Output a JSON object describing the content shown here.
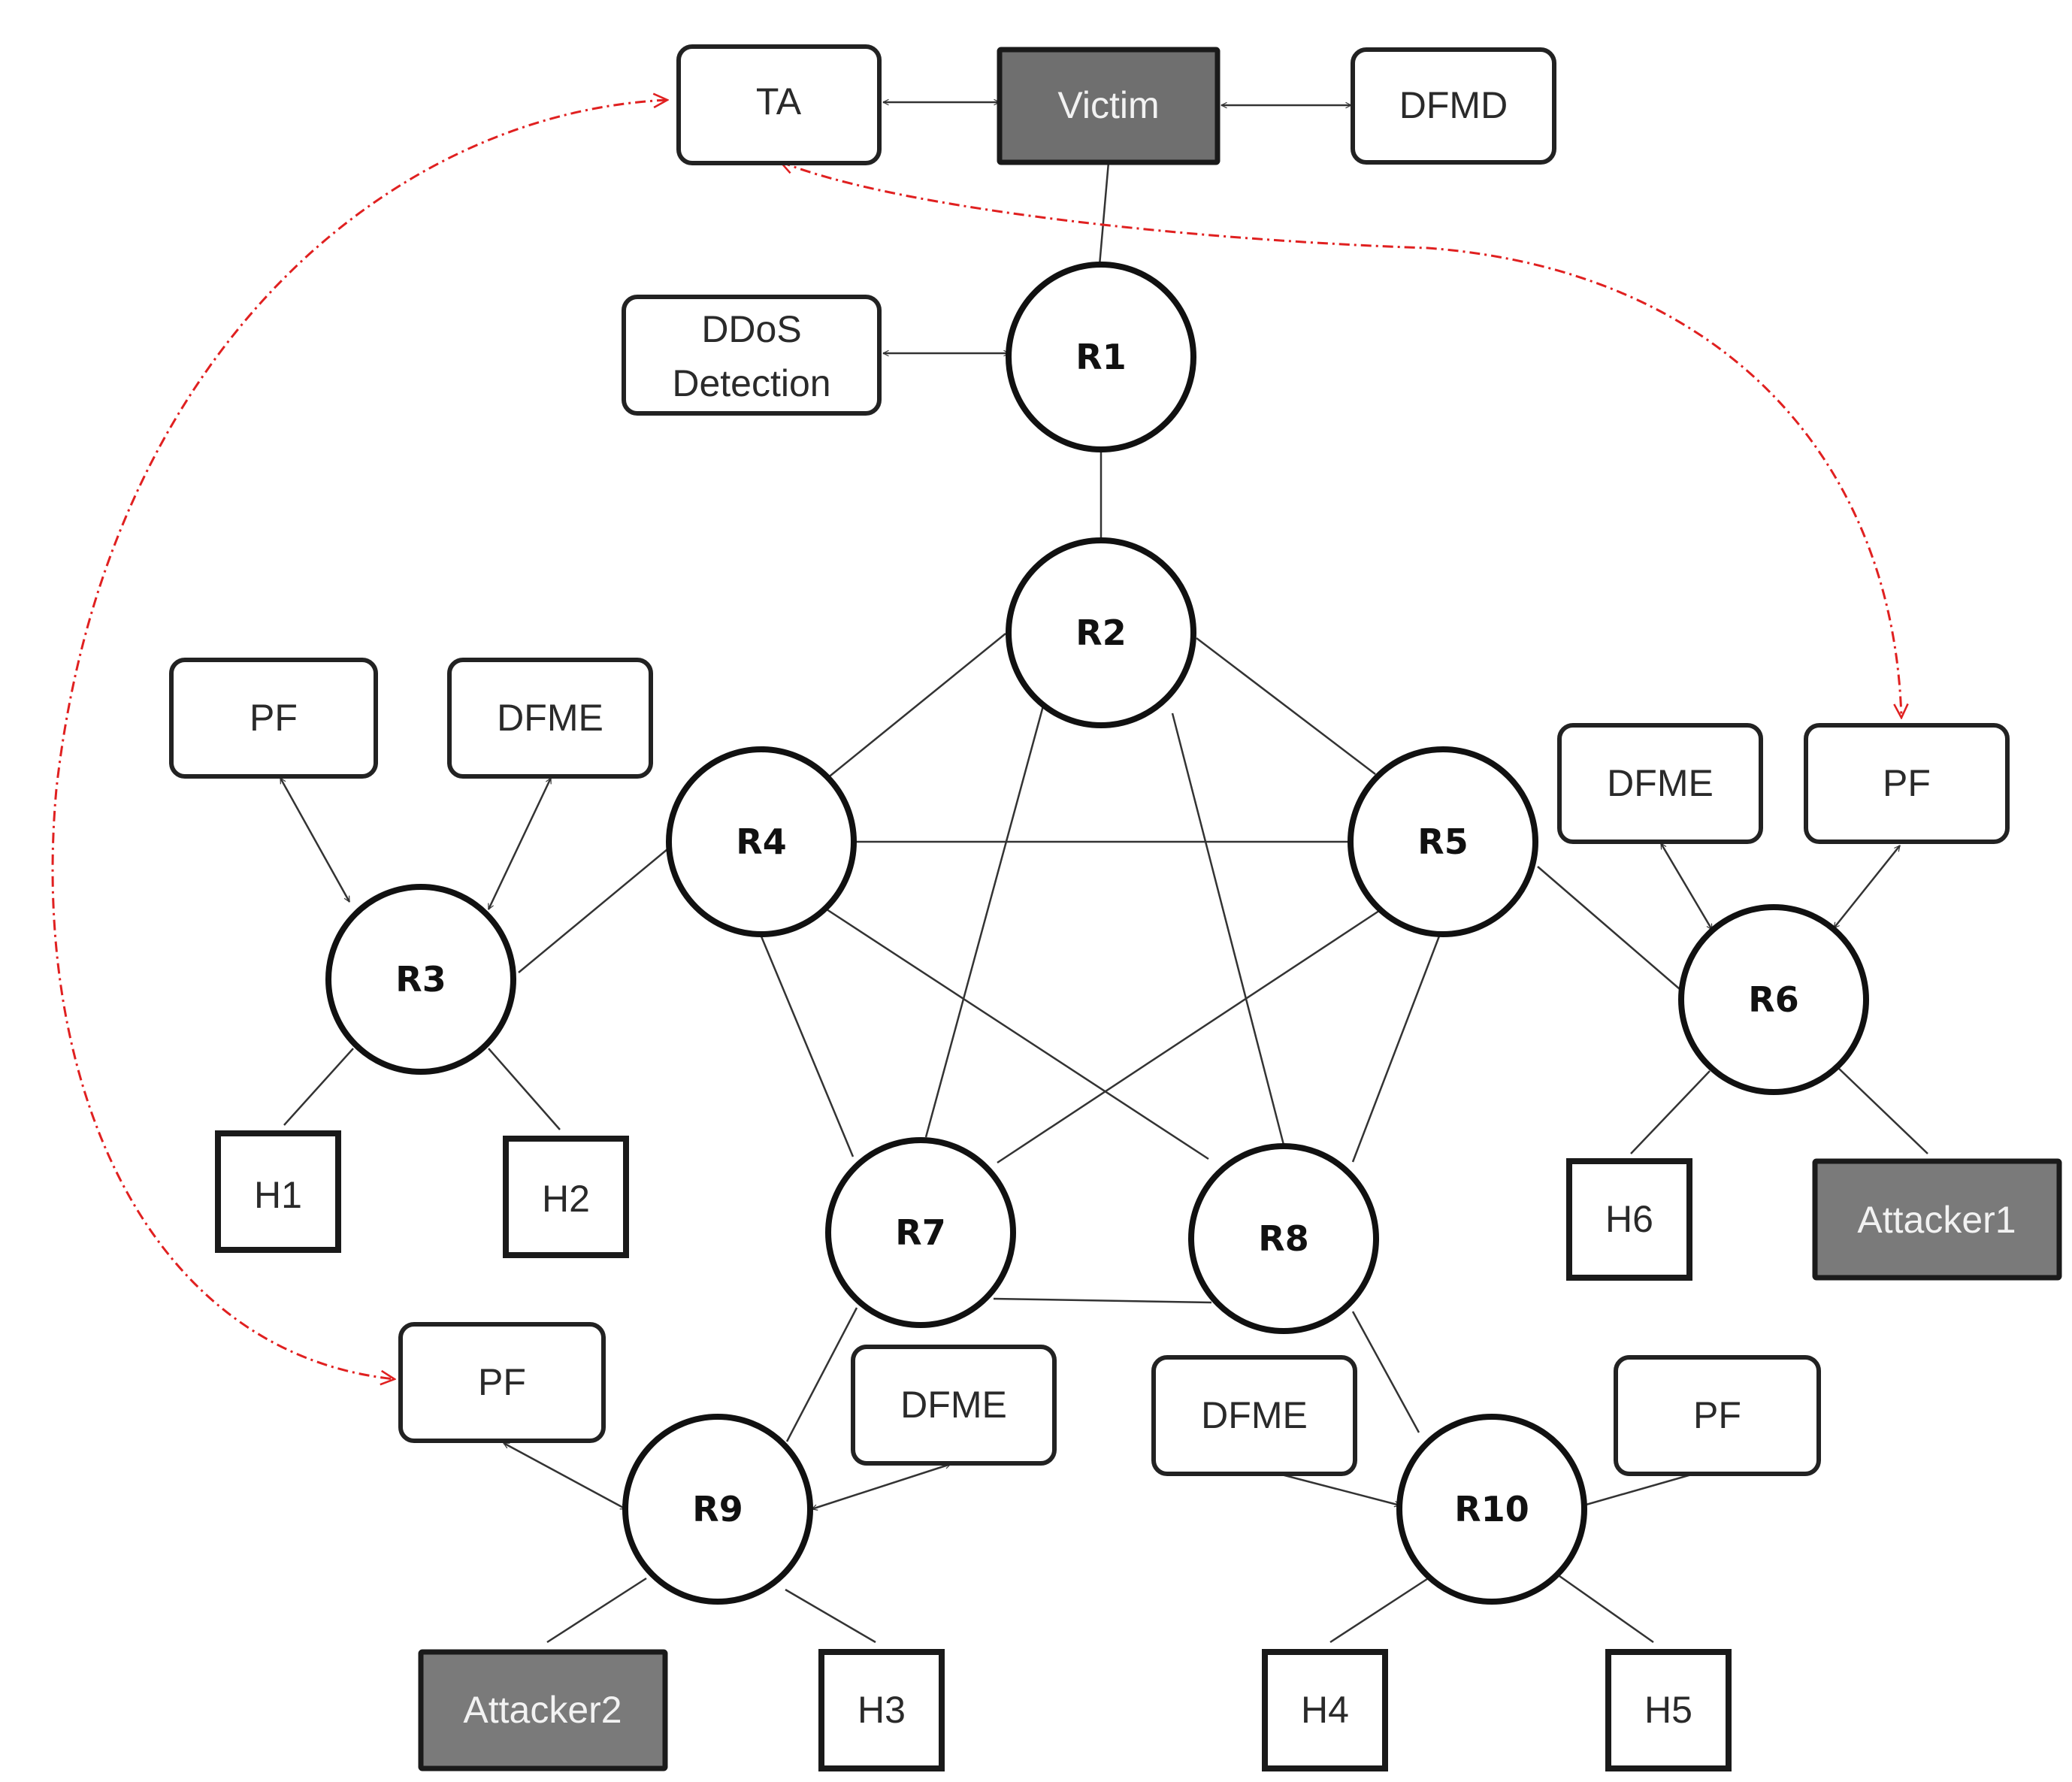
{
  "colors": {
    "attacker_fill": "#7a7a7a",
    "victim_fill": "#6f6f6f",
    "trace_line": "#e02020"
  },
  "nodes": {
    "ta": "TA",
    "victim": "Victim",
    "dfmd": "DFMD",
    "ddos": [
      "DDoS",
      "Detection"
    ],
    "pf_r3": "PF",
    "dfme_r3": "DFME",
    "dfme_r6": "DFME",
    "pf_r6": "PF",
    "pf_r9": "PF",
    "dfme_r9": "DFME",
    "dfme_r10": "DFME",
    "pf_r10": "PF",
    "h1": "H1",
    "h2": "H2",
    "h3": "H3",
    "h4": "H4",
    "h5": "H5",
    "h6": "H6",
    "attacker1": "Attacker1",
    "attacker2": "Attacker2"
  },
  "routers": {
    "r1": "R1",
    "r2": "R2",
    "r3": "R3",
    "r4": "R4",
    "r5": "R5",
    "r6": "R6",
    "r7": "R7",
    "r8": "R8",
    "r9": "R9",
    "r10": "R10"
  }
}
